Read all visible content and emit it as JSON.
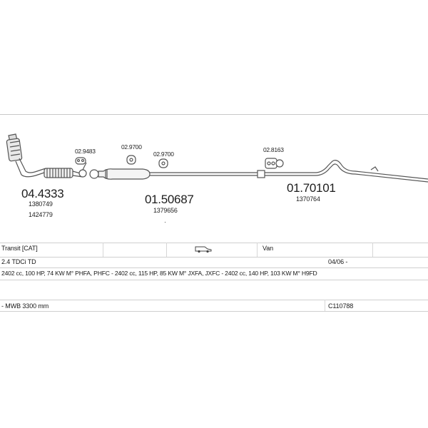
{
  "parts": {
    "catalyst": {
      "code": "04.4333",
      "oe_1": "1380749",
      "oe_2": "1424779"
    },
    "mid_silencer": {
      "code": "01.50687",
      "oe": "1379656"
    },
    "rear_silencer": {
      "code": "01.70101",
      "oe": "1370764"
    },
    "clamp_1": "02.9483",
    "hanger_1": "02.9700",
    "hanger_2": "02.9700",
    "hanger_3": "02.8163"
  },
  "table": {
    "model": "Transit   [CAT]",
    "body_type": "Van",
    "engine": "2.4 TDCi TD",
    "date_range": "04/06 -",
    "engine_details": "2402 cc, 100 HP, 74 KW M° PHFA, PHFC - 2402 cc, 115 HP, 85 KW M° JXFA, JXFC - 2402 cc, 140 HP, 103 KW M° H9FD",
    "wheelbase": "- MWB 3300 mm",
    "kit_code": "C110788"
  },
  "icons": {
    "vehicle": "van-icon"
  }
}
